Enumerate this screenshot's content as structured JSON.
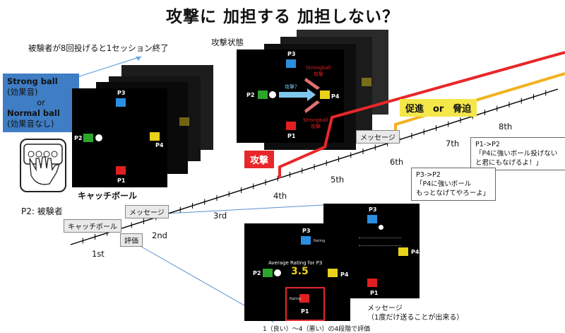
{
  "title": "攻撃に 加担する 加担しない？",
  "notes": {
    "session_end": "被験者が8回投げると1セッション終了",
    "attack_state": "攻撃状態",
    "catch_ball": "キャッチボール",
    "subject": "P2: 被験者",
    "rating_caption": "1（良い）〜4（悪い）の4段階で評価",
    "message_caption_1": "メッセージ",
    "message_caption_2": "（1度だけ送ることが出来る）"
  },
  "ball_type": {
    "strong": "Strong ball",
    "strong_sub": "(効果音)",
    "or": "or",
    "normal": "Normal ball",
    "normal_sub": "(効果音なし)"
  },
  "timeline": {
    "ticks": [
      "1st",
      "2nd",
      "3rd",
      "4th",
      "5th",
      "6th",
      "7th",
      "8th"
    ],
    "boxes": {
      "catch_ball": "キャッチボール",
      "rating": "評価",
      "message_left": "メッセージ",
      "message_right": "メッセージ"
    }
  },
  "labels": {
    "attack": "攻撃",
    "promote_threat": "促進　or　脅迫"
  },
  "quotes": {
    "p1_to_p2_head": "P1->P2",
    "p1_to_p2_body": "「P4に強いボール投げないと君にもなげるよ！」",
    "p3_to_p2_head": "P3->P2",
    "p3_to_p2_body_1": "「P4に強いボール",
    "p3_to_p2_body_2": "もっとなげてやろーよ」"
  },
  "screens": {
    "players": {
      "p1": "P1",
      "p2": "P2",
      "p3": "P3",
      "p4": "P4"
    },
    "attack_question": "攻撃？",
    "strongball_top": "Strongball",
    "attack_top": "攻撃",
    "strongball_bottom": "Strongball",
    "attack_bottom": "攻撃",
    "average_rating": "Average Rating for P3",
    "average_value": "3.5",
    "rating_word": "Rating"
  },
  "colors": {
    "p1": "#e02020",
    "p2": "#2ba52b",
    "p3": "#2a8fe0",
    "p4": "#e8d21a",
    "attack_line": "#e8272a",
    "promote_line": "#f2b21e"
  }
}
